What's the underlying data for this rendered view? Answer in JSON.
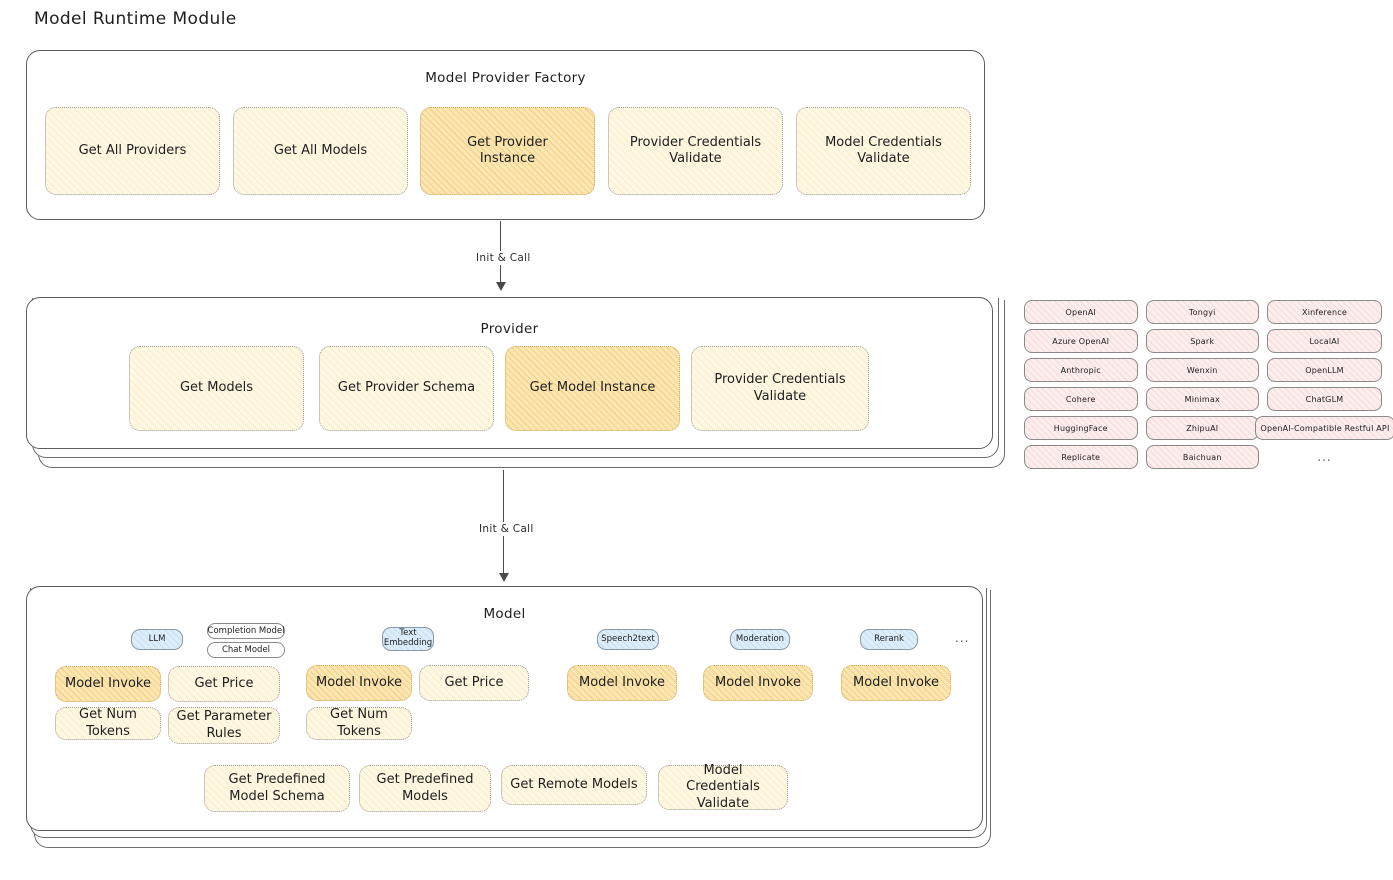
{
  "page": {
    "title": "Model Runtime Module"
  },
  "arrows": {
    "factory_to_provider": "Init & Call",
    "provider_to_model": "Init & Call"
  },
  "factory": {
    "title": "Model Provider Factory",
    "boxes": [
      {
        "label": "Get All Providers",
        "highlight": false
      },
      {
        "label": "Get All Models",
        "highlight": false
      },
      {
        "label": "Get Provider Instance",
        "highlight": true
      },
      {
        "label": "Provider Credentials Validate",
        "highlight": false
      },
      {
        "label": "Model Credentials Validate",
        "highlight": false
      }
    ]
  },
  "provider": {
    "title": "Provider",
    "boxes": [
      {
        "label": "Get Models",
        "highlight": false
      },
      {
        "label": "Get Provider Schema",
        "highlight": false
      },
      {
        "label": "Get Model Instance",
        "highlight": true
      },
      {
        "label": "Provider Credentials Validate",
        "highlight": false
      }
    ]
  },
  "provider_list": {
    "columns": [
      {
        "items": [
          "OpenAI",
          "Azure OpenAI",
          "Anthropic",
          "Cohere",
          "HuggingFace",
          "Replicate"
        ]
      },
      {
        "items": [
          "Tongyi",
          "Spark",
          "Wenxin",
          "Minimax",
          "ZhipuAI",
          "Baichuan"
        ]
      },
      {
        "items": [
          "Xinference",
          "LocalAI",
          "OpenLLM",
          "ChatGLM",
          "OpenAI-Compatible Restful API"
        ]
      }
    ],
    "more": "..."
  },
  "model": {
    "title": "Model",
    "more": "...",
    "types": [
      {
        "name": "LLM",
        "sub_chips": [
          "Completion Model",
          "Chat Model"
        ],
        "methods": [
          {
            "label": "Model Invoke",
            "highlight": true
          },
          {
            "label": "Get Price",
            "highlight": false
          },
          {
            "label": "Get Num Tokens",
            "highlight": false
          },
          {
            "label": "Get Parameter Rules",
            "highlight": false
          }
        ]
      },
      {
        "name": "Text Embedding",
        "sub_chips": [],
        "methods": [
          {
            "label": "Model Invoke",
            "highlight": true
          },
          {
            "label": "Get Price",
            "highlight": false
          },
          {
            "label": "Get Num Tokens",
            "highlight": false
          }
        ]
      },
      {
        "name": "Speech2text",
        "sub_chips": [],
        "methods": [
          {
            "label": "Model Invoke",
            "highlight": true
          }
        ]
      },
      {
        "name": "Moderation",
        "sub_chips": [],
        "methods": [
          {
            "label": "Model Invoke",
            "highlight": true
          }
        ]
      },
      {
        "name": "Rerank",
        "sub_chips": [],
        "methods": [
          {
            "label": "Model Invoke",
            "highlight": true
          }
        ]
      }
    ],
    "shared_methods": [
      "Get Predefined Model Schema",
      "Get Predefined Models",
      "Get Remote Models",
      "Model Credentials Validate"
    ]
  }
}
